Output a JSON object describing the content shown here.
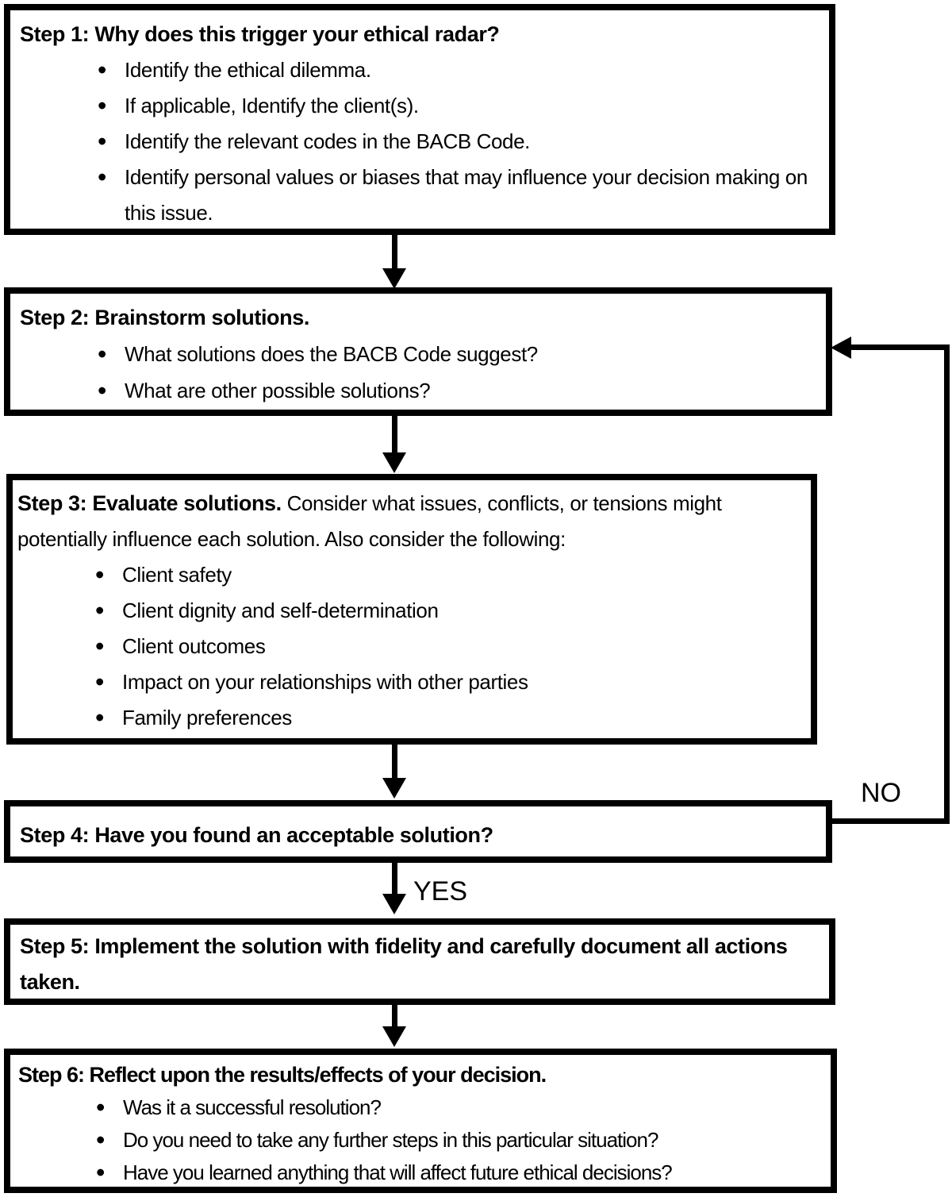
{
  "flowchart": {
    "steps": [
      {
        "title": "Step 1: Why does this trigger your ethical radar?",
        "bullets": [
          "Identify the ethical dilemma.",
          "If applicable, Identify the client(s).",
          "Identify the relevant codes in the BACB Code.",
          "Identify personal values or biases that may influence your decision making on this issue."
        ]
      },
      {
        "title": "Step 2: Brainstorm solutions.",
        "bullets": [
          "What solutions does the BACB Code suggest?",
          "What are other possible solutions?"
        ]
      },
      {
        "title": "Step 3: Evaluate solutions.",
        "description": " Consider what issues, conflicts, or tensions might potentially influence each solution. Also consider the following:",
        "bullets": [
          "Client safety",
          "Client dignity and self-determination",
          "Client outcomes",
          "Impact on your relationships with other parties",
          "Family preferences"
        ]
      },
      {
        "title": "Step 4: Have you found an acceptable solution?",
        "bullets": []
      },
      {
        "title": "Step 5: Implement the solution with fidelity and carefully document all actions taken.",
        "bullets": []
      },
      {
        "title": "Step 6: Reflect upon the results/effects of your decision.",
        "bullets": [
          "Was it a successful resolution?",
          "Do you need to take any further steps in this particular situation?",
          "Have you learned anything that will affect future ethical decisions?"
        ]
      }
    ],
    "labels": {
      "yes": "YES",
      "no": "NO"
    },
    "colors": {
      "line": "#000000",
      "text": "#000000",
      "background": "#ffffff"
    }
  }
}
